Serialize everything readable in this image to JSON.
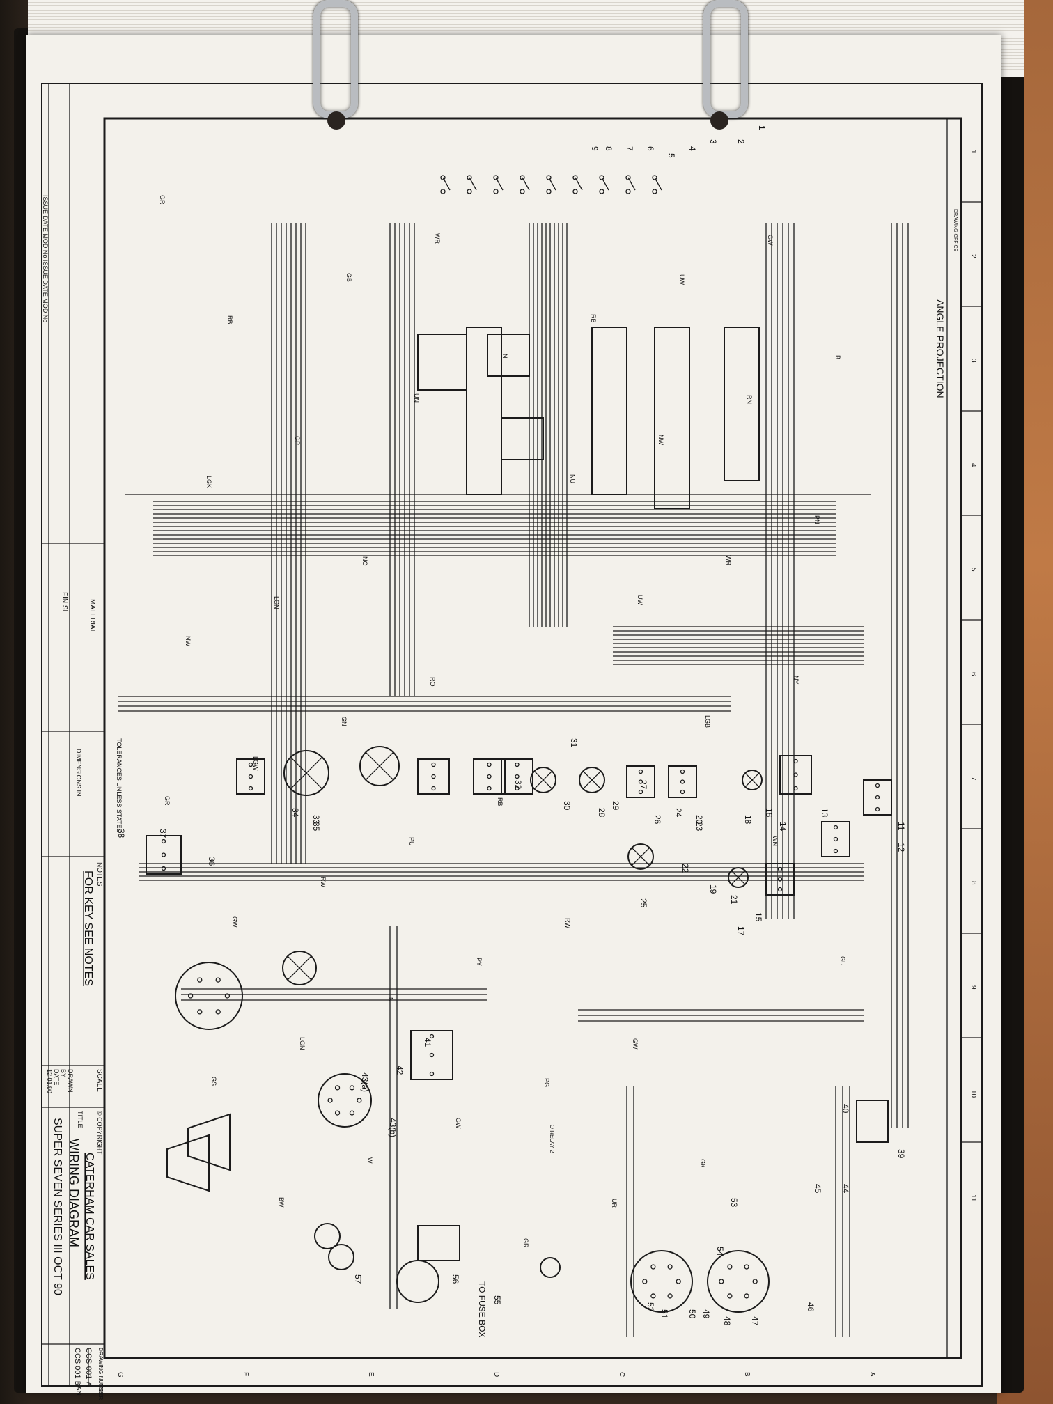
{
  "sheet": {
    "header": "ANGLE PROJECTION",
    "drawing_office_label": "DRAWING OFFICE",
    "notes_heading": "NOTES",
    "notes_text": "FOR KEY SEE NOTES",
    "copyright": "© COPYRIGHT",
    "company": "CATERHAM CAR SALES",
    "title_label": "TITLE",
    "title_line1": "WIRING DIAGRAM",
    "title_line2": "SUPER SEVEN SERIES III  OCT 90",
    "drawing_number_label": "DRAWING NUMBER",
    "drawing_number_struck": "CCS-001-A",
    "drawing_number": "CCS 001 B",
    "issue_label": "ISS",
    "issue": "AN",
    "scale_label": "SCALE",
    "drawn_label": "DRAWN",
    "drawn_by": "BY",
    "date_label": "DATE",
    "date_value": "12.01.90",
    "material_label": "MATERIAL",
    "finish_label": "FINISH",
    "tolerances_label": "TOLERANCES UNLESS STATED",
    "dimensions_label": "DIMENSIONS IN",
    "issue_table_headers": [
      "ISSUE",
      "DATE",
      "MOD No",
      "ISSUE",
      "DATE",
      "MOD No"
    ],
    "grid_numbers": [
      "1",
      "2",
      "3",
      "4",
      "5",
      "6",
      "7",
      "8",
      "9",
      "10",
      "11"
    ],
    "grid_letters": [
      "A",
      "B",
      "C",
      "D",
      "E",
      "F",
      "G"
    ],
    "to_fuse_box": "TO FUSE BOX",
    "to_relay": "TO RELAY 2"
  },
  "components": [
    "1",
    "2",
    "3",
    "4",
    "5",
    "6",
    "7",
    "8",
    "9",
    "11",
    "12",
    "13",
    "14",
    "15",
    "16",
    "17",
    "18",
    "19",
    "20",
    "21",
    "22",
    "23",
    "24",
    "25",
    "26",
    "27",
    "28",
    "29",
    "30",
    "31",
    "32",
    "33",
    "34",
    "35",
    "36",
    "37",
    "38",
    "39",
    "40",
    "41",
    "42",
    "43(a)",
    "43(b)",
    "44",
    "45",
    "46",
    "47",
    "48",
    "49",
    "50",
    "51",
    "52",
    "53",
    "54",
    "55",
    "56",
    "57"
  ],
  "wire_codes": [
    "GR",
    "RB",
    "GP",
    "NO",
    "RO",
    "RB",
    "RW",
    "GW",
    "GK",
    "GW",
    "B",
    "LGK",
    "LGN",
    "GN",
    "PU",
    "PY",
    "PG",
    "UR",
    "UW",
    "RN",
    "PN",
    "NW",
    "LGW",
    "RW",
    "N",
    "GW",
    "GR",
    "RB",
    "NW",
    "WR",
    "NY",
    "GR",
    "GW",
    "LGN",
    "W",
    "WR",
    "N",
    "NU",
    "UW",
    "LGB",
    "WN",
    "GU",
    "GS",
    "BW",
    "GB",
    "UN"
  ]
}
